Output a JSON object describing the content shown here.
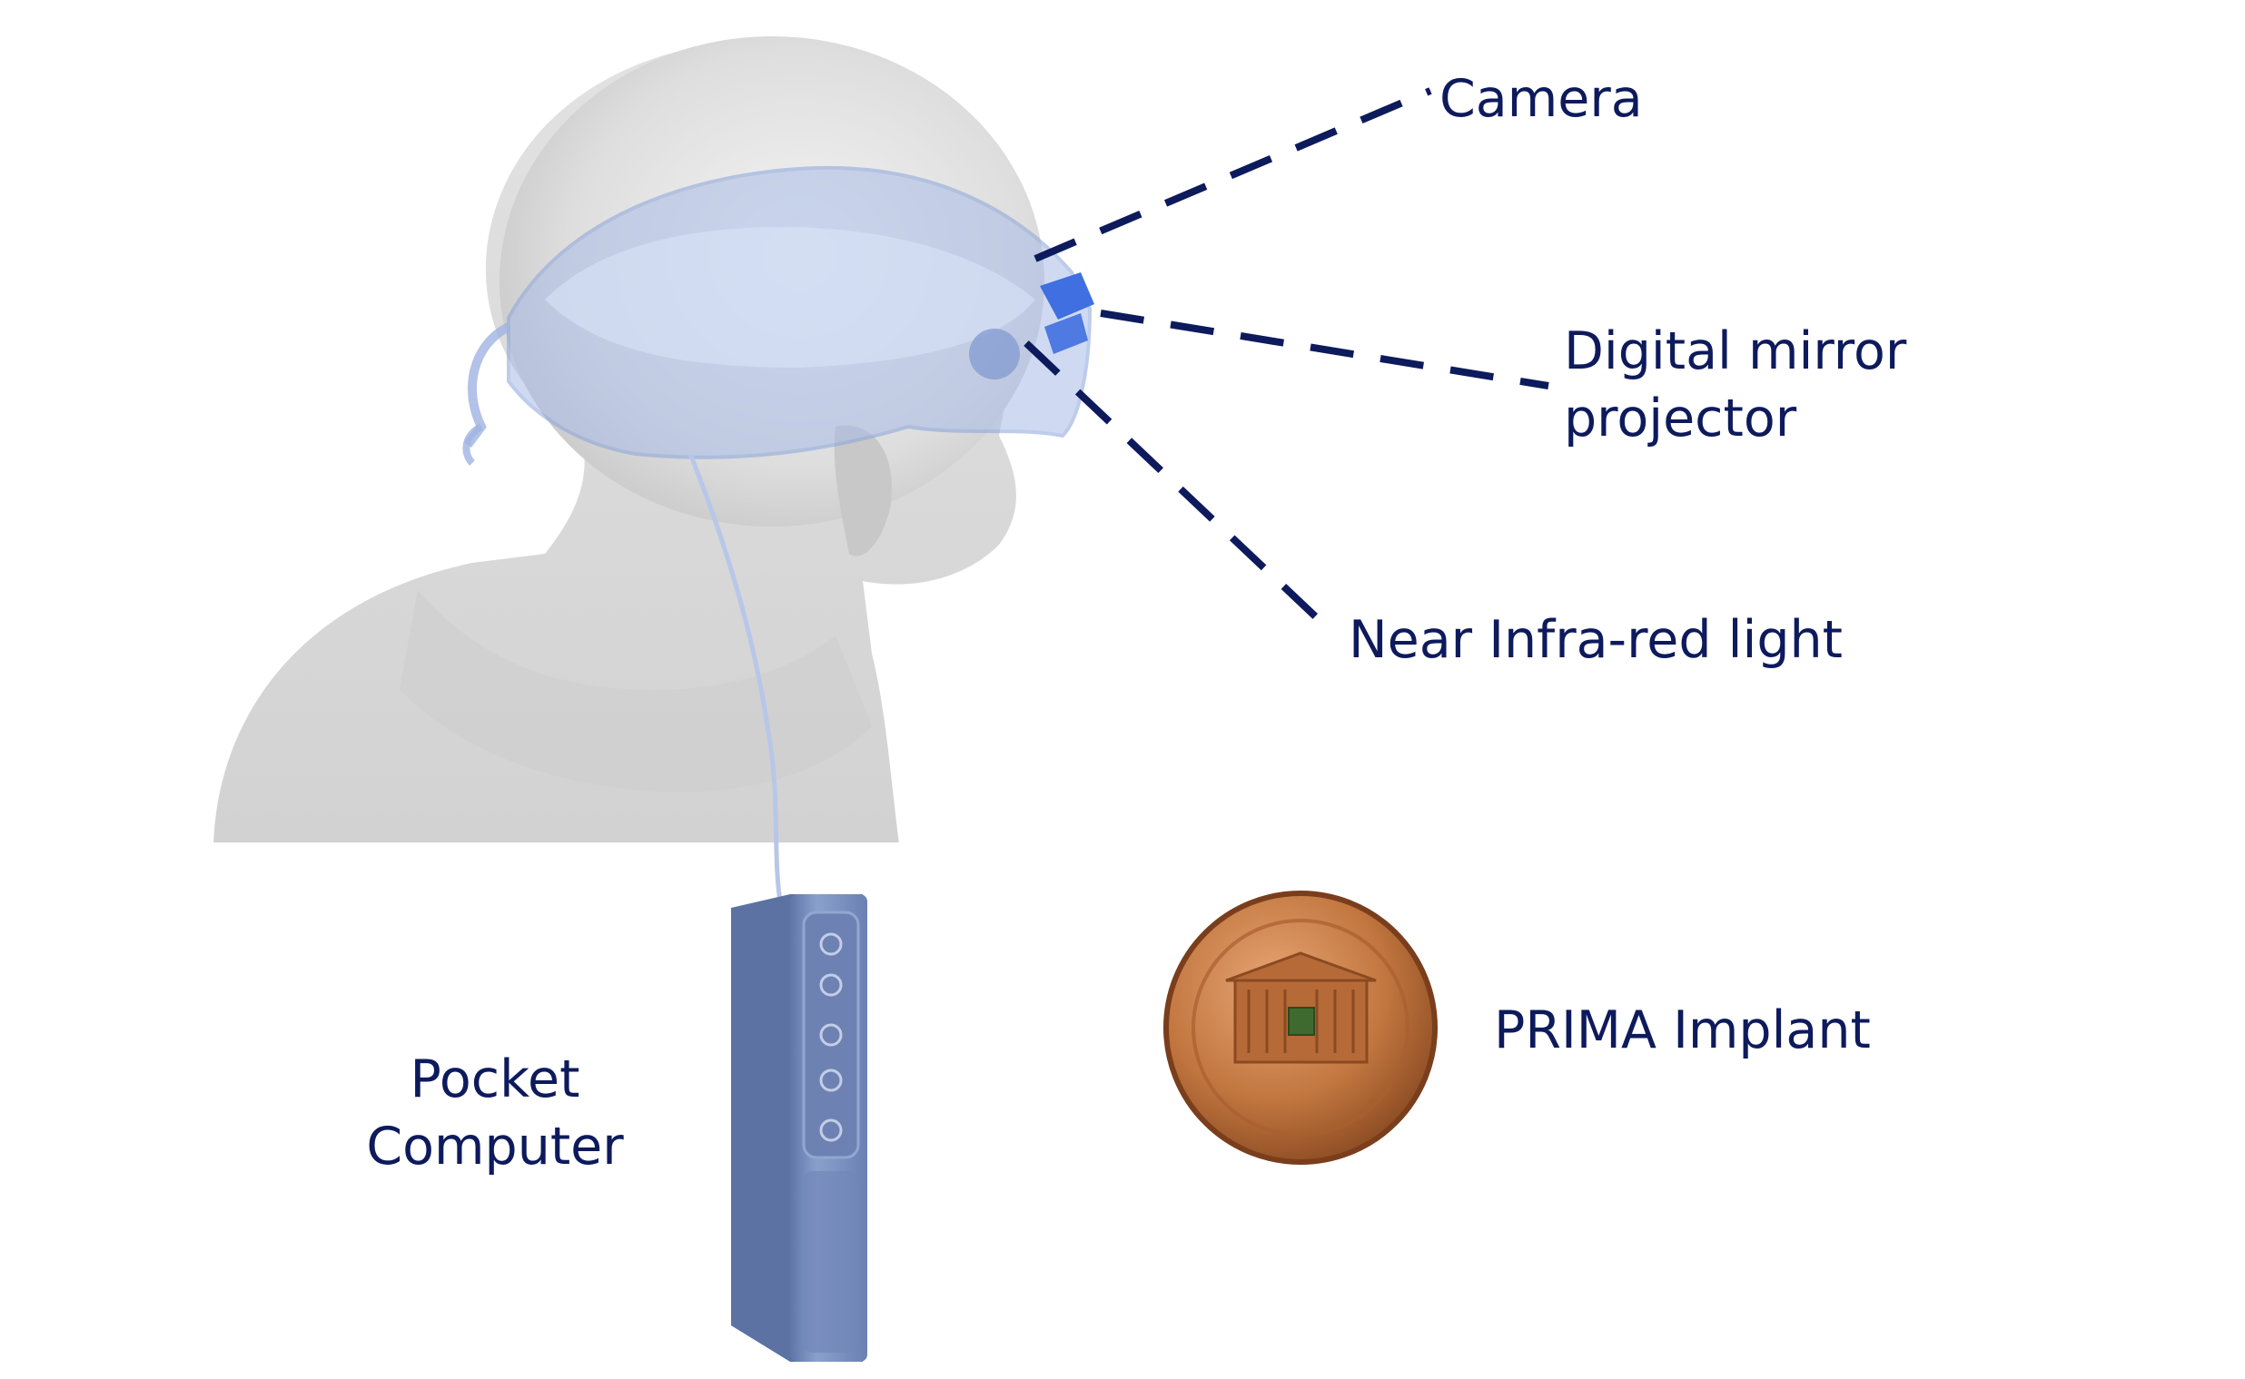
{
  "labels": {
    "camera": "Camera",
    "digital_mirror_projector": "Digital mirror\nprojector",
    "near_infrared_light": "Near Infra-red light",
    "pocket_computer": "Pocket\nComputer",
    "prima_implant": "PRIMA Implant"
  },
  "colors": {
    "label_text": "#0d1a5c",
    "leader_line": "#0d1a5c",
    "head_gray": "#dcdcdc",
    "goggles_blue": "#a9bde8",
    "projector_blue": "#3f6fe0",
    "device_blue": "#7f95c2",
    "coin_copper": "#c2763f",
    "implant_green": "#3f6a2f"
  },
  "icons": [
    "head-illustration",
    "goggles",
    "pocket-computer-device",
    "penny-coin",
    "prima-chip"
  ]
}
